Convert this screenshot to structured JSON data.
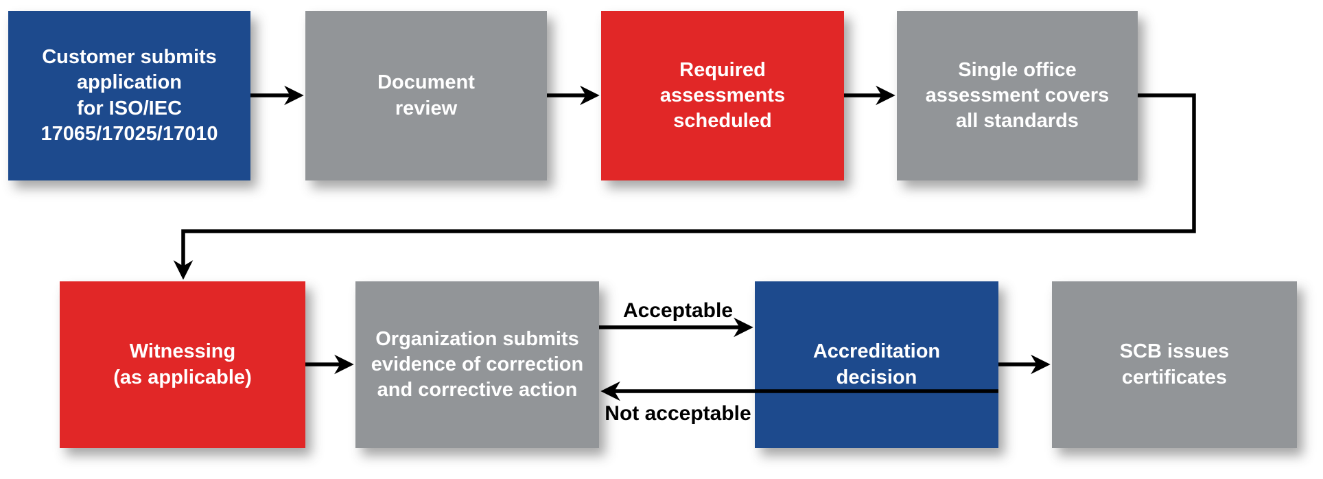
{
  "diagram": {
    "type": "flowchart",
    "background": "#ffffff",
    "colors": {
      "blue": "#1d4a8d",
      "red": "#e12727",
      "gray": "#929598",
      "arrow": "#000000",
      "node_text": "#ffffff",
      "edge_label_text": "#000000"
    },
    "nodes": [
      {
        "id": "customer-application",
        "color": "blue",
        "label": "Customer submits\napplication\nfor ISO/IEC\n17065/17025/17010"
      },
      {
        "id": "document-review",
        "color": "gray",
        "label": "Document\nreview"
      },
      {
        "id": "assessments-scheduled",
        "color": "red",
        "label": "Required\nassessments\nscheduled"
      },
      {
        "id": "single-office-assessment",
        "color": "gray",
        "label": "Single office\nassessment covers\nall standards"
      },
      {
        "id": "witnessing",
        "color": "red",
        "label": "Witnessing\n(as applicable)"
      },
      {
        "id": "evidence-submission",
        "color": "gray",
        "label": "Organization submits\nevidence of correction\nand corrective action"
      },
      {
        "id": "accreditation-decision",
        "color": "blue",
        "label": "Accreditation\ndecision"
      },
      {
        "id": "scb-certificates",
        "color": "gray",
        "label": "SCB issues\ncertificates"
      }
    ],
    "edge_labels": {
      "acceptable": "Acceptable",
      "not_acceptable": "Not acceptable"
    }
  }
}
